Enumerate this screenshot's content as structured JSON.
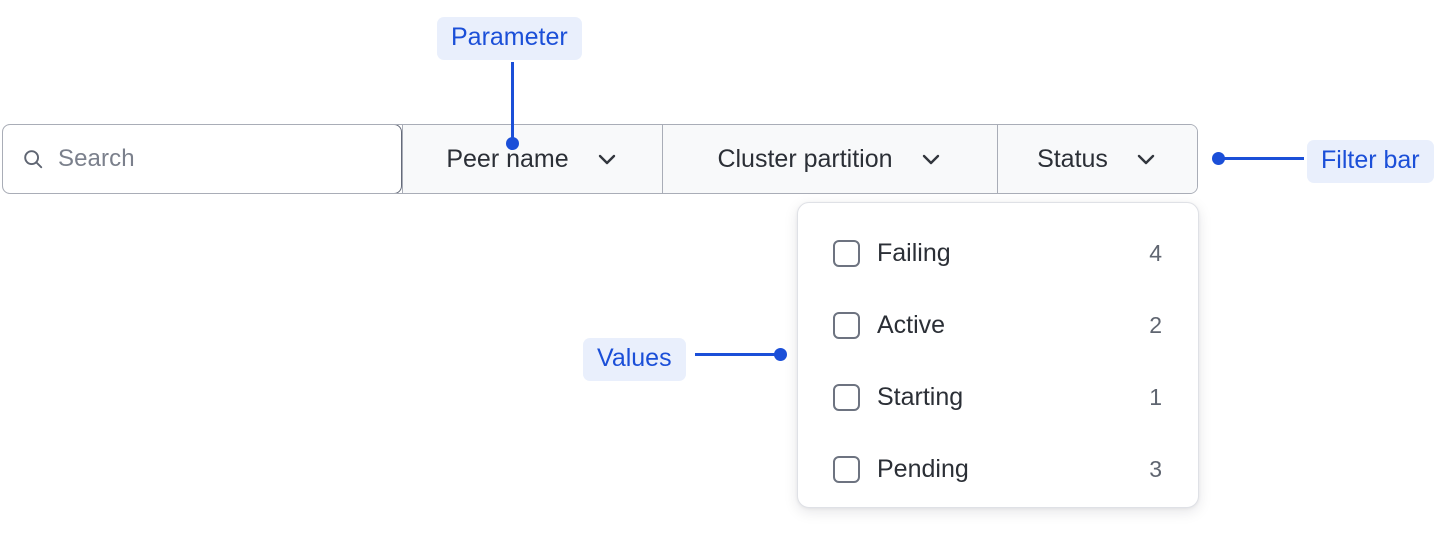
{
  "filter_bar": {
    "search": {
      "icon": "search-icon",
      "placeholder": "Search",
      "value": ""
    },
    "dropdowns": [
      {
        "label": "Peer name",
        "icon": "chevron-down-icon",
        "expanded": false
      },
      {
        "label": "Cluster partition",
        "icon": "chevron-down-icon",
        "expanded": false
      },
      {
        "label": "Status",
        "icon": "chevron-down-icon",
        "expanded": true
      }
    ]
  },
  "values_panel": {
    "items": [
      {
        "label": "Failing",
        "count": "4",
        "checked": false
      },
      {
        "label": "Active",
        "count": "2",
        "checked": false
      },
      {
        "label": "Starting",
        "count": "1",
        "checked": false
      },
      {
        "label": "Pending",
        "count": "3",
        "checked": false
      }
    ]
  },
  "annotations": {
    "parameter": "Parameter",
    "filter_bar": "Filter bar",
    "values": "Values"
  },
  "colors": {
    "annotation_text": "#1b4fd8",
    "annotation_badge_bg": "#e9effc",
    "bar_border": "#a9adb7",
    "search_border": "#656b7a",
    "segment_bg": "#f8f9fa",
    "label_text": "#2b2f36",
    "placeholder_text": "#7b808c",
    "count_text": "#5f6570",
    "panel_border": "#dfe1e6"
  }
}
